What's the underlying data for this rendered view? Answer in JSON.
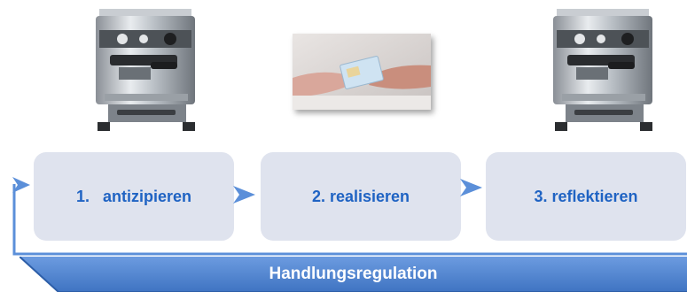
{
  "steps": [
    {
      "label": "1.   antizipieren"
    },
    {
      "label": "2. realisieren"
    },
    {
      "label": "3. reflektieren"
    }
  ],
  "banner": {
    "label": "Handlungsregulation"
  },
  "colors": {
    "step_box": "#dfe3ee",
    "step_text": "#1f63c3",
    "arrow": "#5b8fd9",
    "banner_fill": "#4f86d0",
    "banner_edge": "#2d5ea8"
  },
  "images": [
    {
      "name": "espresso-machine-image"
    },
    {
      "name": "card-handover-photo"
    },
    {
      "name": "espresso-machine-image"
    }
  ]
}
